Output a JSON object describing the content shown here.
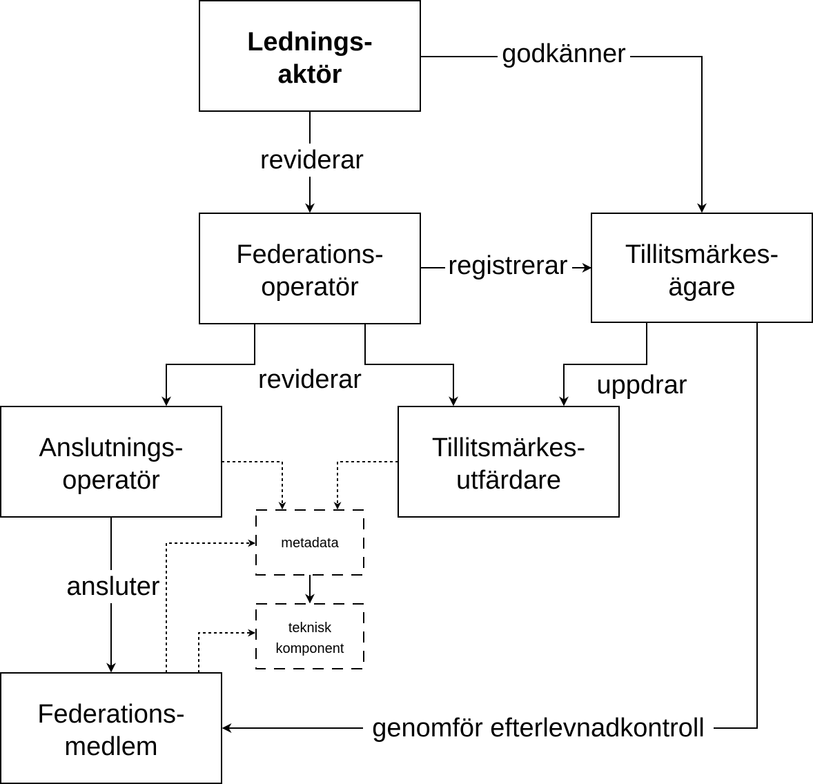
{
  "nodes": {
    "ledningsaktor": {
      "line1": "Lednings-",
      "line2": "aktör",
      "bold": true
    },
    "federationsoperator": {
      "line1": "Federations-",
      "line2": "operatör"
    },
    "tillitsmarkesagare": {
      "line1": "Tillitsmärkes-",
      "line2": "ägare"
    },
    "anslutningsoperator": {
      "line1": "Anslutnings-",
      "line2": "operatör"
    },
    "tillitsmarkesutfardare": {
      "line1": "Tillitsmärkes-",
      "line2": "utfärdare"
    },
    "federationsmedlem": {
      "line1": "Federations-",
      "line2": "medlem"
    },
    "metadata": {
      "line1": "metadata"
    },
    "teknisk_komponent": {
      "line1": "teknisk",
      "line2": "komponent"
    }
  },
  "edges": {
    "godkanner": "godkänner",
    "reviderar_top": "reviderar",
    "registrerar": "registrerar",
    "reviderar_mid": "reviderar",
    "uppdrar": "uppdrar",
    "ansluter": "ansluter",
    "genomfor": "genomför efterlevnadkontroll"
  },
  "colors": {
    "stroke": "#000000",
    "background": "#ffffff"
  }
}
